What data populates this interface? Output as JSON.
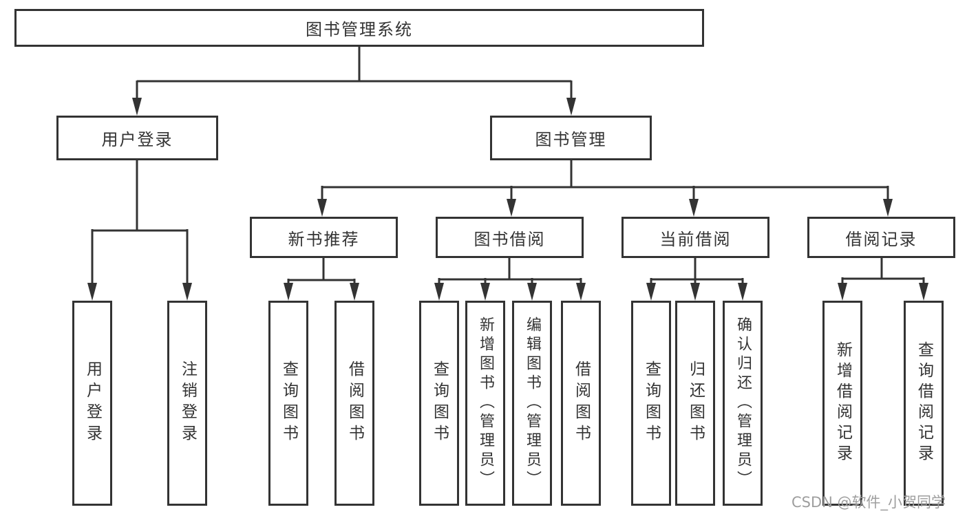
{
  "tree": {
    "root": {
      "label": "图书管理系统"
    },
    "level2": [
      {
        "label": "用户登录",
        "children": [
          {
            "label": "用户登录"
          },
          {
            "label": "注销登录"
          }
        ]
      },
      {
        "label": "图书管理",
        "children": [
          {
            "label": "新书推荐",
            "children": [
              {
                "label": "查询图书"
              },
              {
                "label": "借阅图书"
              }
            ]
          },
          {
            "label": "图书借阅",
            "children": [
              {
                "label": "查询图书"
              },
              {
                "label": "新增图书（管理员）"
              },
              {
                "label": "编辑图书（管理员）"
              },
              {
                "label": "借阅图书"
              }
            ]
          },
          {
            "label": "当前借阅",
            "children": [
              {
                "label": "查询图书"
              },
              {
                "label": "归还图书"
              },
              {
                "label": "确认归还（管理员）"
              }
            ]
          },
          {
            "label": "借阅记录",
            "children": [
              {
                "label": "新增借阅记录"
              },
              {
                "label": "查询借阅记录"
              }
            ]
          }
        ]
      }
    ]
  },
  "watermark": "CSDN @软件_小贺同学",
  "colors": {
    "line": "#333333",
    "box_border": "#333333",
    "text": "#333333",
    "background": "#ffffff",
    "watermark": "#9e9e9e"
  }
}
